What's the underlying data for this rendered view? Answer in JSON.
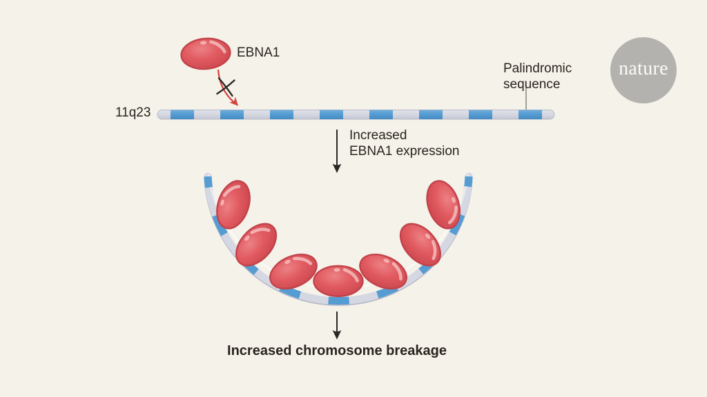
{
  "figure": {
    "labels": {
      "protein": "EBNA1",
      "locus": "11q23",
      "palindromic_line1": "Palindromic",
      "palindromic_line2": "sequence",
      "expression_line1": "Increased",
      "expression_line2": "EBNA1 expression",
      "outcome": "Increased chromosome breakage"
    },
    "logo": {
      "text": "nature"
    },
    "colors": {
      "background": "#f4f2e9",
      "text": "#29241e",
      "chromosome_body": "#d5d7e2",
      "chromosome_body_edge": "#b7b9c7",
      "chromosome_band_blue": "#559cd2",
      "protein_fill": "#e05b60",
      "protein_outline": "#c2424a",
      "inhibition_arrow_red": "#d5423e",
      "arrow_black": "#2b2824",
      "logo_circle": "#b3b2ae",
      "logo_text": "#fbfbf9",
      "pointer_line": "#8b8b86"
    }
  }
}
